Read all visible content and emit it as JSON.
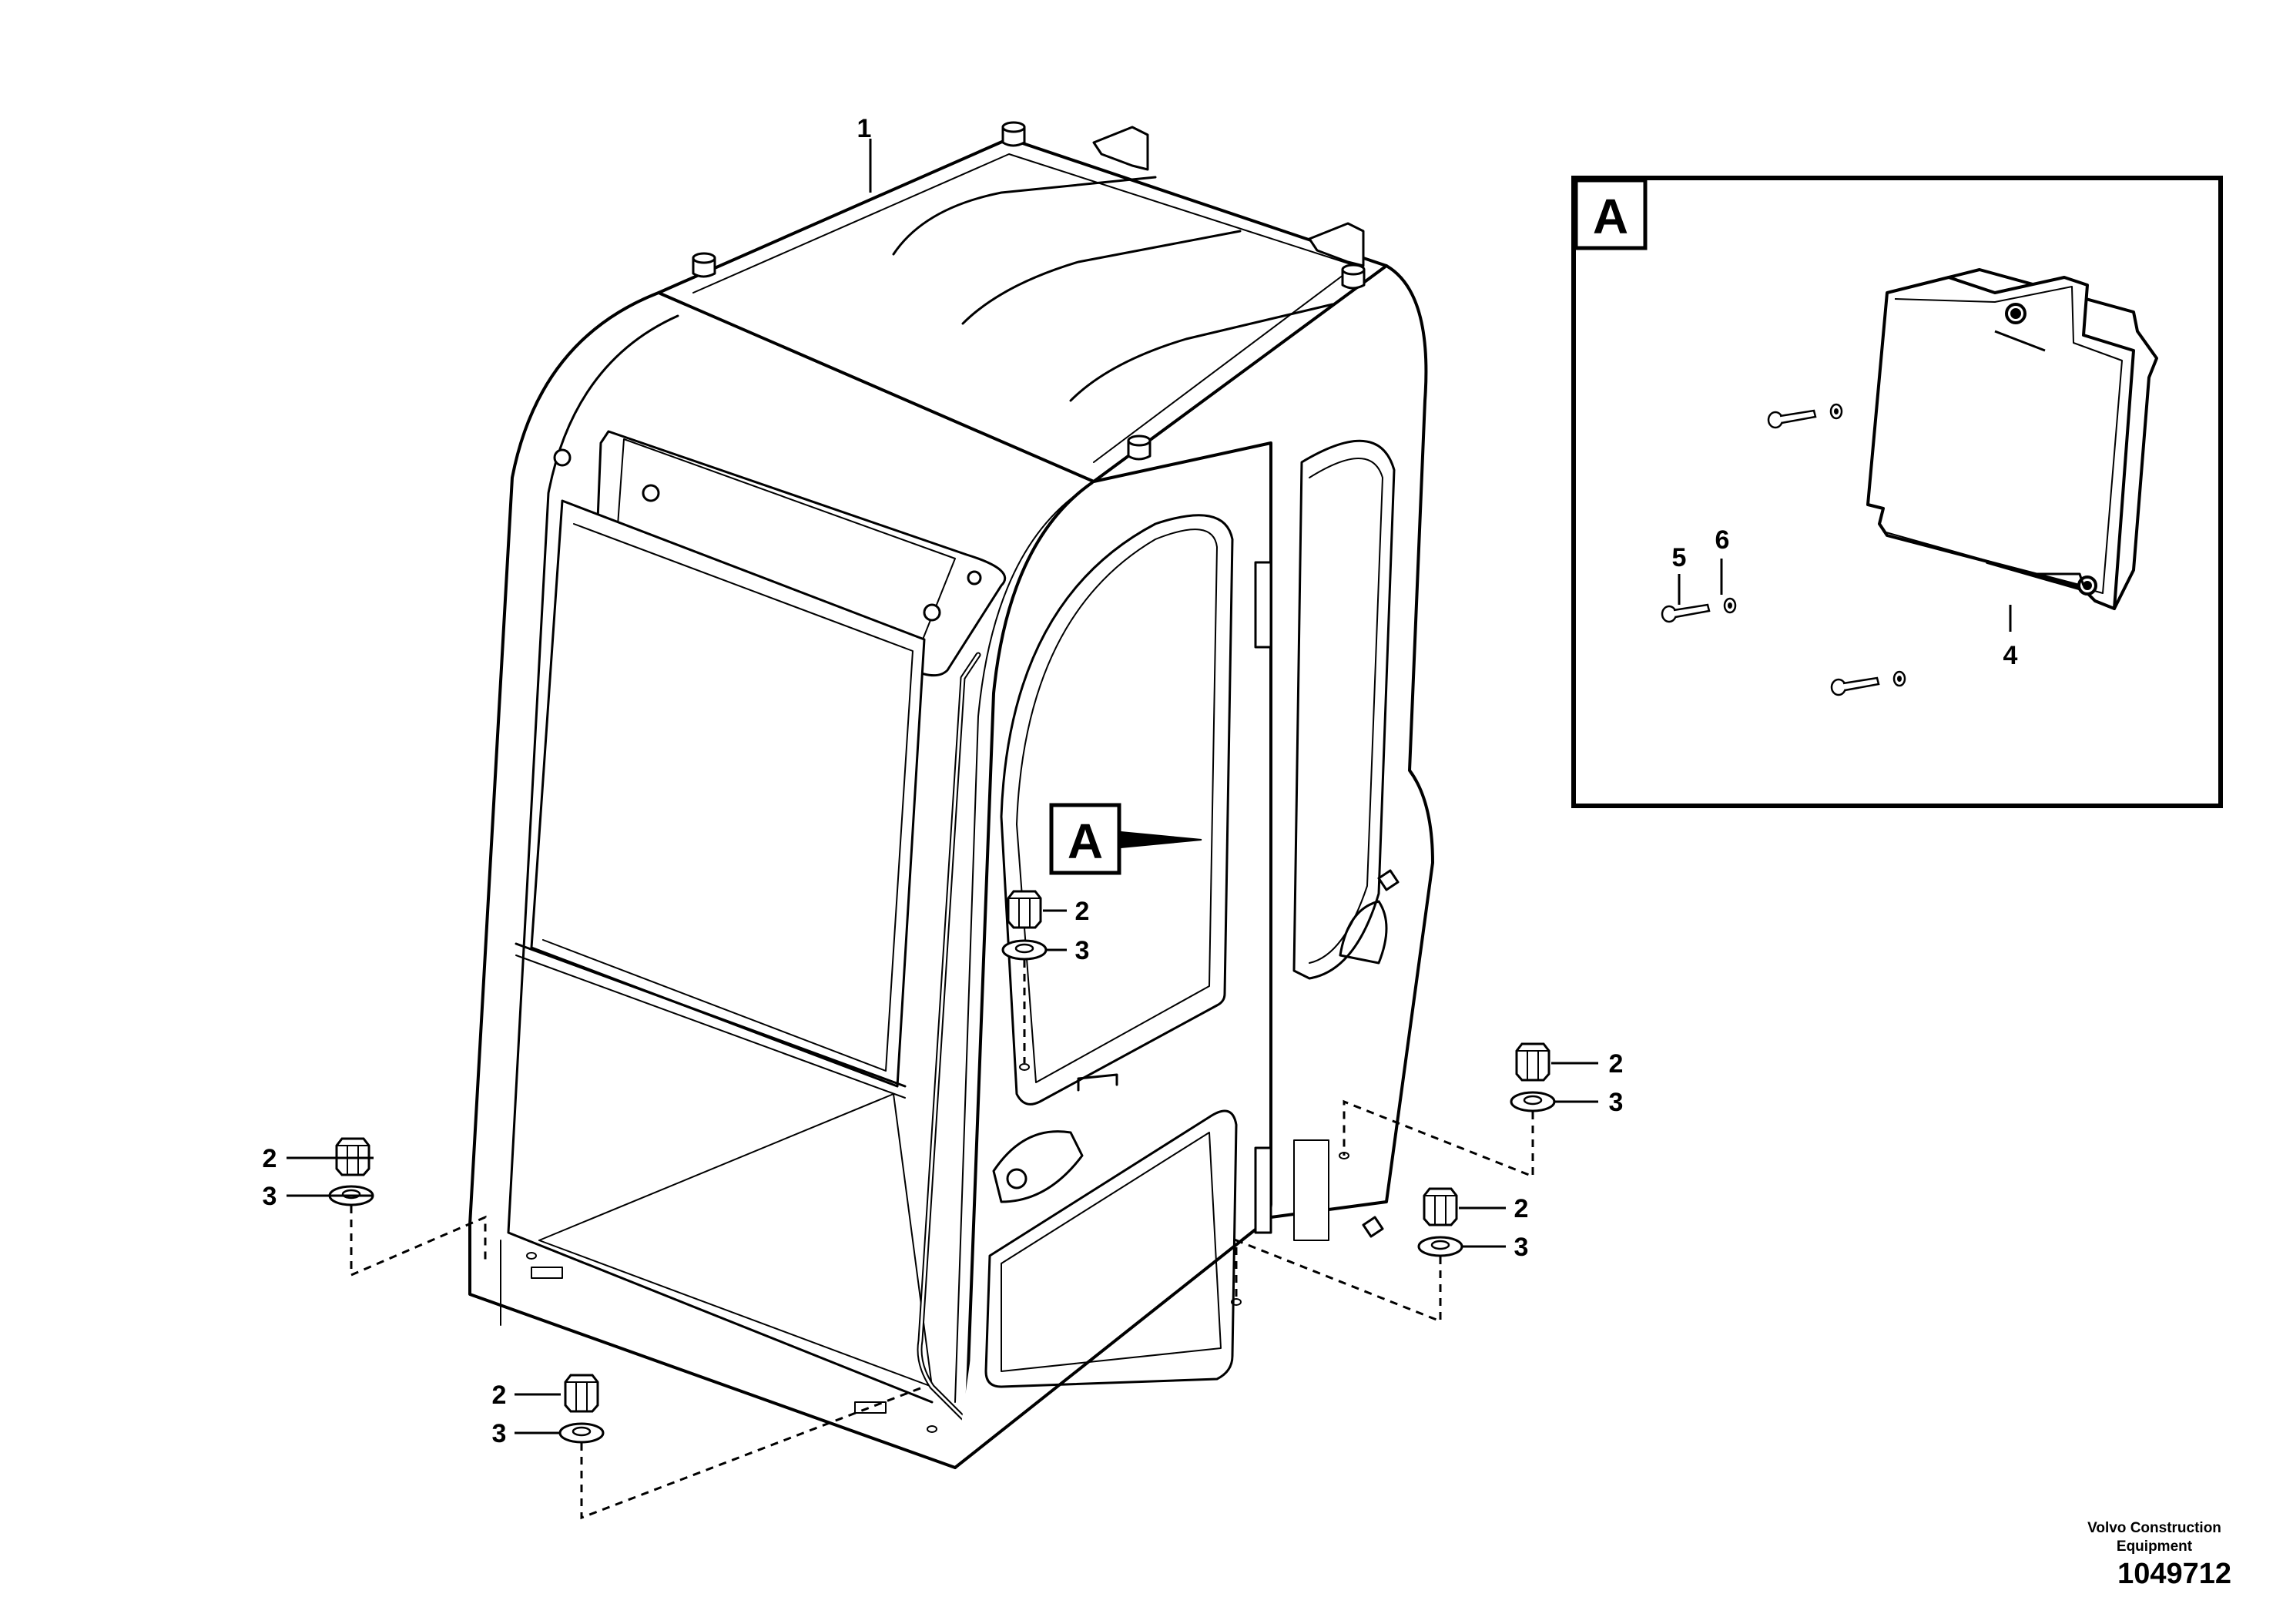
{
  "callouts": {
    "cab": "1",
    "nut": "2",
    "washer": "3",
    "cover_plate": "4",
    "screw": "5",
    "small_washer": "6"
  },
  "detail": {
    "letter": "A"
  },
  "credit": {
    "company": "Volvo Construction Equipment",
    "document_number": "1049712"
  }
}
